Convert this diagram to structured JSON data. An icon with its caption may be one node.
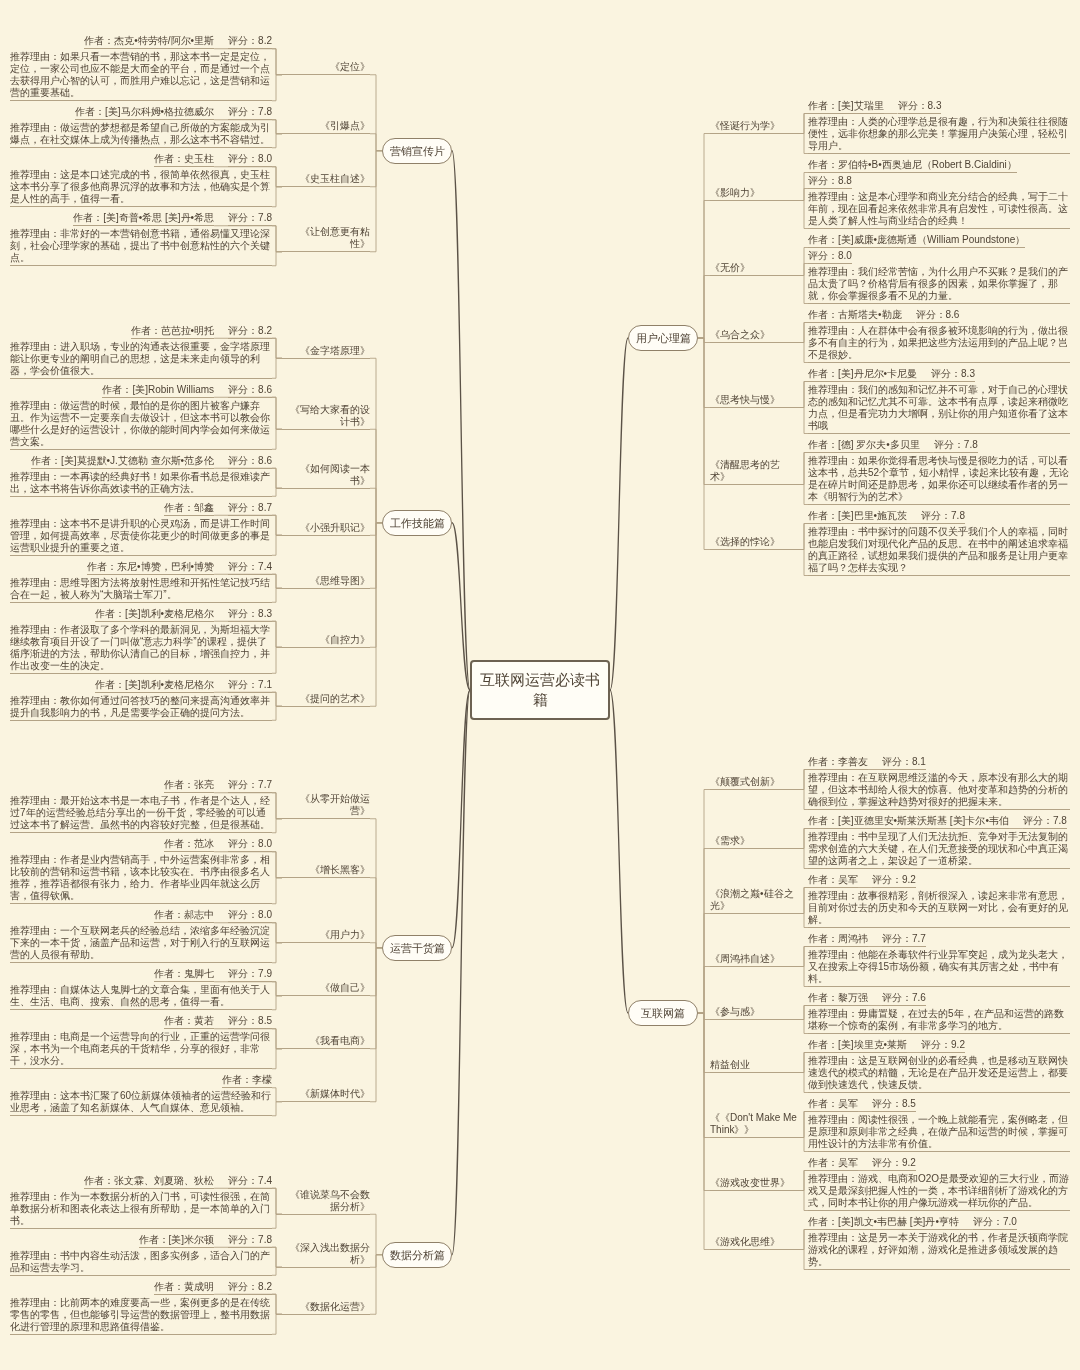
{
  "diagram": {
    "nodes": [
      {
        "text": [
          "互联网运营必读书籍"
        ]
      },
      {
        "text": [
          "用户心理篇"
        ]
      },
      {
        "text": [
          "《怪诞行为学》"
        ]
      },
      {
        "text": [
          "作者：[美]艾瑞里"
        ]
      },
      {
        "text": [
          "评分：8.3"
        ]
      },
      {
        "text": [
          "推荐理由：人类的心理学总是很有趣，行为和决策往往很随便性，远非你想象的那么完美！掌握用户决策心理，轻松引导用户。"
        ]
      },
      {
        "text": [
          "《影响力》"
        ]
      },
      {
        "text": [
          "作者：罗伯特•B•西奥迪尼（Robert B.Cialdini）"
        ]
      },
      {
        "text": [
          "评分：8.8"
        ]
      },
      {
        "text": [
          "推荐理由：这是本心理学和商业充分结合的经典，写于二十年前，现在回看起来依然非常具有启发性，可读性很高。这是人类了解人性与商业结合的经典！"
        ]
      },
      {
        "text": [
          "《无价》"
        ]
      },
      {
        "text": [
          "作者：[美]威廉•庞德斯通（William Poundstone）"
        ]
      },
      {
        "text": [
          "评分：8.0"
        ]
      },
      {
        "text": [
          "推荐理由：我们经常苦恼，为什么用户不买账？是我们的产品太贵了吗？价格背后有很多的因素，如果你掌握了，那就，你会掌握很多看不见的力量。"
        ]
      },
      {
        "text": [
          "《乌合之众》"
        ]
      },
      {
        "text": [
          "作者：古斯塔夫•勒庞"
        ]
      },
      {
        "text": [
          "评分：8.6"
        ]
      },
      {
        "text": [
          "推荐理由：人在群体中会有很多被环境影响的行为，做出很多不有自主的行为，如果把这些方法运用到的产品上呢？岂不是很妙。"
        ]
      },
      {
        "text": [
          "《思考快与慢》"
        ]
      },
      {
        "text": [
          "作者：[美]丹尼尔•卡尼曼"
        ]
      },
      {
        "text": [
          "评分：8.3"
        ]
      },
      {
        "text": [
          "推荐理由：我们的感知和记忆并不可靠，对于自己的心理状态的感知和记忆尤其不可靠。这本书有点厚，读起来稍微吃力点，但是看完功力大增啊，别让你的用户知道你看了这本书哦"
        ]
      },
      {
        "text": [
          "《清醒思考的艺术》"
        ]
      },
      {
        "text": [
          "作者：[德] 罗尔夫•多贝里"
        ]
      },
      {
        "text": [
          "评分：7.8"
        ]
      },
      {
        "text": [
          "推荐理由：如果你觉得看思考快与慢是很吃力的话，可以看这本书，总共52个章节，短小精悍，读起来比较有趣，无论是在碎片时间还是静思考，如果你还可以继续看作者的另一本《明智行为的艺术》"
        ]
      },
      {
        "text": [
          "《选择的悖论》"
        ]
      },
      {
        "text": [
          "作者：[美]巴里•施瓦茨"
        ]
      },
      {
        "text": [
          "评分：7.8"
        ]
      },
      {
        "text": [
          "推荐理由：书中探讨的问题不仅关乎我们个人的幸福，同时也能启发我们对现代化产品的反思。在书中的阐述追求幸福的真正路径，试想如果我们提供的产品和服务是让用户更幸福了吗？怎样去实现？"
        ]
      },
      {
        "text": [
          "运营干货篇"
        ]
      },
      {
        "text": [
          "《从零开始做运营》"
        ]
      },
      {
        "text": [
          "作者：张亮"
        ]
      },
      {
        "text": [
          "评分：7.7"
        ]
      },
      {
        "text": [
          "推荐理由：最开始这本书是一本电子书，作者是个达人，经过7年的运营经验总结分享出的一份干货，零经验的可以通过这本书了解运营。虽然书的内容较好完整，但是很基础。"
        ]
      },
      {
        "text": [
          "《增长黑客》"
        ]
      },
      {
        "text": [
          "作者：范冰"
        ]
      },
      {
        "text": [
          "评分：8.0"
        ]
      },
      {
        "text": [
          "推荐理由：作者是业内营销高手，中外运营案例非常多，相比较前的营销和运营书籍，该本比较实在。书序由很多名人推荐，推荐语都很有张力，给力。作者毕业四年就这么厉害，值得钦佩。"
        ]
      },
      {
        "text": [
          "《用户力》"
        ]
      },
      {
        "text": [
          "作者：郝志中"
        ]
      },
      {
        "text": [
          "评分：8.0"
        ]
      },
      {
        "text": [
          "推荐理由：一个互联网老兵的经验总结，浓缩多年经验沉淀下来的一本干货，涵盖产品和运营，对于刚入行的互联网运营的人员很有帮助。"
        ]
      },
      {
        "text": [
          "《做自己》"
        ]
      },
      {
        "text": [
          "作者：鬼脚七"
        ]
      },
      {
        "text": [
          "评分：7.9"
        ]
      },
      {
        "text": [
          "推荐理由：自媒体达人鬼脚七的文章合集，里面有他关于人生、生活、电商、搜索、自然的思考，值得一看。"
        ]
      },
      {
        "text": [
          "《我看电商》"
        ]
      },
      {
        "text": [
          "作者：黄若"
        ]
      },
      {
        "text": [
          "评分：8.5"
        ]
      },
      {
        "text": [
          "推荐理由：电商是一个运营导向的行业，正重的运营学问很深，本书为一个电商老兵的干货精华，分享的很好，非常干，没水分。"
        ]
      },
      {
        "text": [
          "《新媒体时代》"
        ]
      },
      {
        "text": [
          "作者：李檬"
        ]
      },
      {
        "text": [
          "推荐理由：这本书汇聚了60位新媒体领袖者的运营经验和行业思考，涵盖了知名新媒体、人气自媒体、意见领袖。"
        ]
      },
      {
        "text": [
          "互联网篇"
        ]
      },
      {
        "text": [
          "《颠覆式创新》"
        ]
      },
      {
        "text": [
          "作者：李善友"
        ]
      },
      {
        "text": [
          "评分：8.1"
        ]
      },
      {
        "text": [
          "推荐理由：在互联网思维泛滥的今天，原本没有那么大的期望，但这本书却给人很大的惊喜。他对变革和趋势的分析的确很到位，掌握这种趋势对很好的把握未来。"
        ]
      },
      {
        "text": [
          "《需求》"
        ]
      },
      {
        "text": [
          "作者：[美]亚德里安•斯莱沃斯基 [美]卡尔•韦伯"
        ]
      },
      {
        "text": [
          "评分：7.8"
        ]
      },
      {
        "text": [
          "推荐理由：书中呈现了人们无法抗拒、竞争对手无法复制的需求创造的六大关键，在人们无意接受的现状和心中真正渴望的这两者之上，架设起了一道桥梁。"
        ]
      },
      {
        "text": [
          "《浪潮之巅•硅谷之光》"
        ]
      },
      {
        "text": [
          "作者：吴军"
        ]
      },
      {
        "text": [
          "评分：9.2"
        ]
      },
      {
        "text": [
          "推荐理由：故事很精彩，剖析很深入，读起来非常有意思，目前对你过去的历史和今天的互联网一对比，会有更好的见解。"
        ]
      },
      {
        "text": [
          "《周鸿祎自述》"
        ]
      },
      {
        "text": [
          "作者：周鸿祎"
        ]
      },
      {
        "text": [
          "评分：7.7"
        ]
      },
      {
        "text": [
          "推荐理由：他能在杀毒软件行业异军突起，成为龙头老大，又在搜索上夺得15市场份额，确实有其厉害之处，书中有料。"
        ]
      },
      {
        "text": [
          "《参与感》"
        ]
      },
      {
        "text": [
          "作者：黎万强"
        ]
      },
      {
        "text": [
          "评分：7.6"
        ]
      },
      {
        "text": [
          "推荐理由：毋庸置疑，在过去的5年，在产品和运营的路数堪称一个惊奇的案例，有非常多学习的地方。"
        ]
      },
      {
        "text": [
          "精益创业"
        ]
      },
      {
        "text": [
          "作者：[美]埃里克•莱斯"
        ]
      },
      {
        "text": [
          "评分：9.2"
        ]
      },
      {
        "text": [
          "推荐理由：这是互联网创业的必看经典，也是移动互联网快速迭代的模式的精髓，无论是在产品开发还是运营上，都要做到快速迭代，快速反馈。"
        ]
      },
      {
        "text": [
          "《《Don't Make Me Think》》"
        ]
      },
      {
        "text": [
          "作者：吴军"
        ]
      },
      {
        "text": [
          "评分：8.5"
        ]
      },
      {
        "text": [
          "推荐理由：阅读性很强，一个晚上就能看完，案例略老，但是原理和原则非常之经典，在做产品和运营的时候，掌握可用性设计的方法非常有价值。"
        ]
      },
      {
        "text": [
          "《游戏改变世界》"
        ]
      },
      {
        "text": [
          "作者：吴军"
        ]
      },
      {
        "text": [
          "评分：9.2"
        ]
      },
      {
        "text": [
          "推荐理由：游戏、电商和O2O是最受欢迎的三大行业，而游戏又是最深刻把握人性的一类，本书详细剖析了游戏化的方式，同时本书让你的用户像玩游戏一样玩你的产品。"
        ]
      },
      {
        "text": [
          "《游戏化思维》"
        ]
      },
      {
        "text": [
          "作者：[美]凯文•韦巴赫 [美]丹•亨特"
        ]
      },
      {
        "text": [
          "评分：7.0"
        ]
      },
      {
        "text": [
          "推荐理由：这是另一本关于游戏化的书，作者是沃顿商学院游戏化的课程，好评如潮，游戏化是推进多领域发展的趋势。"
        ]
      },
      {
        "text": [
          "营销宣传片"
        ]
      },
      {
        "text": [
          "《定位》"
        ]
      },
      {
        "text": [
          "作者：杰克•特劳特/阿尔•里斯"
        ]
      },
      {
        "text": [
          "评分：8.2"
        ]
      },
      {
        "text": [
          "推荐理由：如果只看一本营销的书，那这本书一定是定位，定位，一家公司也应不能是大而全的平台，而是通过一个点去获得用户心智的认可，而胜用户难以忘记，这是营销和运营的重要基础。"
        ]
      },
      {
        "text": [
          "《引爆点》"
        ]
      },
      {
        "text": [
          "作者：[美]马尔科姆•格拉德威尔"
        ]
      },
      {
        "text": [
          "评分：7.8"
        ]
      },
      {
        "text": [
          "推荐理由：做运营的梦想都是希望自己所做的方案能成为引爆点，在社交媒体上成为传播热点，那么这本书不容错过。"
        ]
      },
      {
        "text": [
          "《史玉柱自述》"
        ]
      },
      {
        "text": [
          "作者：史玉柱"
        ]
      },
      {
        "text": [
          "评分：8.0"
        ]
      },
      {
        "text": [
          "推荐理由：这是本口述完成的书，很简单依然很真，史玉柱这本书分享了很多他商界沉浮的故事和方法，他确实是个算是人性的高手，值得一看。"
        ]
      },
      {
        "text": [
          "《让创意更有粘性》"
        ]
      },
      {
        "text": [
          "作者：[美]奇普•希思 [美]丹•希思"
        ]
      },
      {
        "text": [
          "评分：7.8"
        ]
      },
      {
        "text": [
          "推荐理由：非常好的一本营销创意书籍，通俗易懂又理论深刻，社会心理学家的基础，提出了书中创意粘性的六个关键点。"
        ]
      },
      {
        "text": [
          "工作技能篇"
        ]
      },
      {
        "text": [
          "《金字塔原理》"
        ]
      },
      {
        "text": [
          "作者：芭芭拉•明托"
        ]
      },
      {
        "text": [
          "评分：8.2"
        ]
      },
      {
        "text": [
          "推荐理由：进入职场，专业的沟通表达很重要，金字塔原理能让你更专业的阐明自己的思想，这是未来走向领导的利器，学会价值很大。"
        ]
      },
      {
        "text": [
          "《写给大家看的设计书》"
        ]
      },
      {
        "text": [
          "作者：[美]Robin Williams"
        ]
      },
      {
        "text": [
          "评分：8.6"
        ]
      },
      {
        "text": [
          "推荐理由：做运营的时候，最怕的是你的图片被客户嫌弃丑。作为运营不一定要亲自去做设计，但这本书可以教会你哪些什么是好的运营设计，你做的能时间内学会如何来做运营文案。"
        ]
      },
      {
        "text": [
          "《如何阅读一本书》"
        ]
      },
      {
        "text": [
          "作者：[美]莫提默•J.艾德勒 查尔斯•范多伦"
        ]
      },
      {
        "text": [
          "评分：8.6"
        ]
      },
      {
        "text": [
          "推荐理由：一本再读的经典好书！如果你看书总是很难读产出，这本书将告诉你高效读书的正确方法。"
        ]
      },
      {
        "text": [
          "《小强升职记》"
        ]
      },
      {
        "text": [
          "作者：邹鑫"
        ]
      },
      {
        "text": [
          "评分：8.7"
        ]
      },
      {
        "text": [
          "推荐理由：这本书不是讲升职的心灵鸡汤，而是讲工作时间管理，如何提高效率，尽责使你花更少的时间做更多的事是运营职业提升的重要之道。"
        ]
      },
      {
        "text": [
          "《思维导图》"
        ]
      },
      {
        "text": [
          "作者：东尼•博赞，巴利•博赞"
        ]
      },
      {
        "text": [
          "评分：7.4"
        ]
      },
      {
        "text": [
          "推荐理由：思维导图方法将放射性思维和开拓性笔记技巧结合在一起，被人称为“大脑瑞士军刀”。"
        ]
      },
      {
        "text": [
          "《自控力》"
        ]
      },
      {
        "text": [
          "作者：[美]凯利•麦格尼格尔"
        ]
      },
      {
        "text": [
          "评分：8.3"
        ]
      },
      {
        "text": [
          "推荐理由：作者汲取了多个学科的最新洞见，为斯坦福大学继续教育项目开设了一门叫做“意志力科学”的课程，提供了循序渐进的方法，帮助你认清自己的目标，增强自控力，并作出改变一生的决定。"
        ]
      },
      {
        "text": [
          "《提问的艺术》"
        ]
      },
      {
        "text": [
          "作者：[美]凯利•麦格尼格尔"
        ]
      },
      {
        "text": [
          "评分：7.1"
        ]
      },
      {
        "text": [
          "推荐理由：教你如何通过问答技巧的整问来提高沟通效率并提升自我影响力的书，凡是需要学会正确的提问方法。"
        ]
      },
      {
        "text": [
          "数据分析篇"
        ]
      },
      {
        "text": [
          "《谁说菜鸟不会数据分析》"
        ]
      },
      {
        "text": [
          "作者：张文霖、刘夏璐、狄松"
        ]
      },
      {
        "text": [
          "评分：7.4"
        ]
      },
      {
        "text": [
          "推荐理由：作为一本数据分析的入门书，可读性很强，在简单数据分析和图表化表达上很有所帮助，是一本简单的入门书。"
        ]
      },
      {
        "text": [
          "《深入浅出数据分析》"
        ]
      },
      {
        "text": [
          "作者：[美]米尔顿"
        ]
      },
      {
        "text": [
          "评分：7.8"
        ]
      },
      {
        "text": [
          "推荐理由：书中内容生动活泼，图多实例多，适合入门的产品和运营去学习。"
        ]
      },
      {
        "text": [
          "《数据化运营》"
        ]
      },
      {
        "text": [
          "作者：黄成明"
        ]
      },
      {
        "text": [
          "评分：8.2"
        ]
      },
      {
        "text": [
          "推荐理由：比前两本的难度要高一些，案例更多的是在传统零售的零售，但也能够引导运营的数据管理上，整书用数据化进行管理的原理和思路值得借鉴。"
        ]
      }
    ],
    "edges": [
      {
        "from": 0,
        "to": 1,
        "arrow": "none",
        "color": "#5b5247"
      },
      {
        "from": 1,
        "to": 2,
        "arrow": "none"
      },
      {
        "from": 2,
        "to": 3,
        "arrow": "none"
      },
      {
        "from": 2,
        "to": 4,
        "arrow": "none"
      },
      {
        "from": 2,
        "to": 5,
        "arrow": "none"
      },
      {
        "from": 1,
        "to": 6,
        "arrow": "none"
      },
      {
        "from": 6,
        "to": 7,
        "arrow": "none"
      },
      {
        "from": 6,
        "to": 8,
        "arrow": "none"
      },
      {
        "from": 6,
        "to": 9,
        "arrow": "none"
      },
      {
        "from": 1,
        "to": 10,
        "arrow": "none"
      },
      {
        "from": 10,
        "to": 11,
        "arrow": "none"
      },
      {
        "from": 10,
        "to": 12,
        "arrow": "none"
      },
      {
        "from": 10,
        "to": 13,
        "arrow": "none"
      },
      {
        "from": 1,
        "to": 14,
        "arrow": "none"
      },
      {
        "from": 14,
        "to": 15,
        "arrow": "none"
      },
      {
        "from": 14,
        "to": 16,
        "arrow": "none"
      },
      {
        "from": 14,
        "to": 17,
        "arrow": "none"
      },
      {
        "from": 1,
        "to": 18,
        "arrow": "none"
      },
      {
        "from": 18,
        "to": 19,
        "arrow": "none"
      },
      {
        "from": 18,
        "to": 20,
        "arrow": "none"
      },
      {
        "from": 18,
        "to": 21,
        "arrow": "none"
      },
      {
        "from": 1,
        "to": 22,
        "arrow": "none"
      },
      {
        "from": 22,
        "to": 23,
        "arrow": "none"
      },
      {
        "from": 22,
        "to": 24,
        "arrow": "none"
      },
      {
        "from": 22,
        "to": 25,
        "arrow": "none"
      },
      {
        "from": 1,
        "to": 26,
        "arrow": "none"
      },
      {
        "from": 26,
        "to": 27,
        "arrow": "none"
      },
      {
        "from": 26,
        "to": 28,
        "arrow": "none"
      },
      {
        "from": 26,
        "to": 29,
        "arrow": "none"
      },
      {
        "from": 0,
        "to": 30,
        "arrow": "none",
        "color": "#5b5247"
      },
      {
        "from": 30,
        "to": 31,
        "arrow": "none"
      },
      {
        "from": 31,
        "to": 32,
        "arrow": "none"
      },
      {
        "from": 31,
        "to": 33,
        "arrow": "none"
      },
      {
        "from": 31,
        "to": 34,
        "arrow": "none"
      },
      {
        "from": 30,
        "to": 35,
        "arrow": "none"
      },
      {
        "from": 35,
        "to": 36,
        "arrow": "none"
      },
      {
        "from": 35,
        "to": 37,
        "arrow": "none"
      },
      {
        "from": 35,
        "to": 38,
        "arrow": "none"
      },
      {
        "from": 30,
        "to": 39,
        "arrow": "none"
      },
      {
        "from": 39,
        "to": 40,
        "arrow": "none"
      },
      {
        "from": 39,
        "to": 41,
        "arrow": "none"
      },
      {
        "from": 39,
        "to": 42,
        "arrow": "none"
      },
      {
        "from": 30,
        "to": 43,
        "arrow": "none"
      },
      {
        "from": 43,
        "to": 44,
        "arrow": "none"
      },
      {
        "from": 43,
        "to": 45,
        "arrow": "none"
      },
      {
        "from": 43,
        "to": 46,
        "arrow": "none"
      },
      {
        "from": 30,
        "to": 47,
        "arrow": "none"
      },
      {
        "from": 47,
        "to": 48,
        "arrow": "none"
      },
      {
        "from": 47,
        "to": 49,
        "arrow": "none"
      },
      {
        "from": 47,
        "to": 50,
        "arrow": "none"
      },
      {
        "from": 30,
        "to": 51,
        "arrow": "none"
      },
      {
        "from": 51,
        "to": 52,
        "arrow": "none"
      },
      {
        "from": 51,
        "to": 53,
        "arrow": "none"
      },
      {
        "from": 0,
        "to": 54,
        "arrow": "none",
        "color": "#5b5247"
      },
      {
        "from": 54,
        "to": 55,
        "arrow": "none"
      },
      {
        "from": 55,
        "to": 56,
        "arrow": "none"
      },
      {
        "from": 55,
        "to": 57,
        "arrow": "none"
      },
      {
        "from": 55,
        "to": 58,
        "arrow": "none"
      },
      {
        "from": 54,
        "to": 59,
        "arrow": "none"
      },
      {
        "from": 59,
        "to": 60,
        "arrow": "none"
      },
      {
        "from": 59,
        "to": 61,
        "arrow": "none"
      },
      {
        "from": 59,
        "to": 62,
        "arrow": "none"
      },
      {
        "from": 54,
        "to": 63,
        "arrow": "none"
      },
      {
        "from": 63,
        "to": 64,
        "arrow": "none"
      },
      {
        "from": 63,
        "to": 65,
        "arrow": "none"
      },
      {
        "from": 63,
        "to": 66,
        "arrow": "none"
      },
      {
        "from": 54,
        "to": 67,
        "arrow": "none"
      },
      {
        "from": 67,
        "to": 68,
        "arrow": "none"
      },
      {
        "from": 67,
        "to": 69,
        "arrow": "none"
      },
      {
        "from": 67,
        "to": 70,
        "arrow": "none"
      },
      {
        "from": 54,
        "to": 71,
        "arrow": "none"
      },
      {
        "from": 71,
        "to": 72,
        "arrow": "none"
      },
      {
        "from": 71,
        "to": 73,
        "arrow": "none"
      },
      {
        "from": 71,
        "to": 74,
        "arrow": "none"
      },
      {
        "from": 54,
        "to": 75,
        "arrow": "none"
      },
      {
        "from": 75,
        "to": 76,
        "arrow": "none"
      },
      {
        "from": 75,
        "to": 77,
        "arrow": "none"
      },
      {
        "from": 75,
        "to": 78,
        "arrow": "none"
      },
      {
        "from": 54,
        "to": 79,
        "arrow": "none"
      },
      {
        "from": 79,
        "to": 80,
        "arrow": "none"
      },
      {
        "from": 79,
        "to": 81,
        "arrow": "none"
      },
      {
        "from": 79,
        "to": 82,
        "arrow": "none"
      },
      {
        "from": 54,
        "to": 83,
        "arrow": "none"
      },
      {
        "from": 83,
        "to": 84,
        "arrow": "none"
      },
      {
        "from": 83,
        "to": 85,
        "arrow": "none"
      },
      {
        "from": 83,
        "to": 86,
        "arrow": "none"
      },
      {
        "from": 54,
        "to": 87,
        "arrow": "none"
      },
      {
        "from": 87,
        "to": 88,
        "arrow": "none"
      },
      {
        "from": 87,
        "to": 89,
        "arrow": "none"
      },
      {
        "from": 87,
        "to": 90,
        "arrow": "none"
      },
      {
        "from": 0,
        "to": 91,
        "arrow": "none",
        "color": "#5b5247"
      },
      {
        "from": 91,
        "to": 92,
        "arrow": "none"
      },
      {
        "from": 92,
        "to": 93,
        "arrow": "none"
      },
      {
        "from": 92,
        "to": 94,
        "arrow": "none"
      },
      {
        "from": 92,
        "to": 95,
        "arrow": "none"
      },
      {
        "from": 91,
        "to": 96,
        "arrow": "none"
      },
      {
        "from": 96,
        "to": 97,
        "arrow": "none"
      },
      {
        "from": 96,
        "to": 98,
        "arrow": "none"
      },
      {
        "from": 96,
        "to": 99,
        "arrow": "none"
      },
      {
        "from": 91,
        "to": 100,
        "arrow": "none"
      },
      {
        "from": 100,
        "to": 101,
        "arrow": "none"
      },
      {
        "from": 100,
        "to": 102,
        "arrow": "none"
      },
      {
        "from": 100,
        "to": 103,
        "arrow": "none"
      },
      {
        "from": 91,
        "to": 104,
        "arrow": "none"
      },
      {
        "from": 104,
        "to": 105,
        "arrow": "none"
      },
      {
        "from": 104,
        "to": 106,
        "arrow": "none"
      },
      {
        "from": 104,
        "to": 107,
        "arrow": "none"
      },
      {
        "from": 0,
        "to": 108,
        "arrow": "none",
        "color": "#5b5247"
      },
      {
        "from": 108,
        "to": 109,
        "arrow": "none"
      },
      {
        "from": 109,
        "to": 110,
        "arrow": "none"
      },
      {
        "from": 109,
        "to": 111,
        "arrow": "none"
      },
      {
        "from": 109,
        "to": 112,
        "arrow": "none"
      },
      {
        "from": 108,
        "to": 113,
        "arrow": "none"
      },
      {
        "from": 113,
        "to": 114,
        "arrow": "none"
      },
      {
        "from": 113,
        "to": 115,
        "arrow": "none"
      },
      {
        "from": 113,
        "to": 116,
        "arrow": "none"
      },
      {
        "from": 108,
        "to": 117,
        "arrow": "none"
      },
      {
        "from": 117,
        "to": 118,
        "arrow": "none"
      },
      {
        "from": 117,
        "to": 119,
        "arrow": "none"
      },
      {
        "from": 117,
        "to": 120,
        "arrow": "none"
      },
      {
        "from": 108,
        "to": 121,
        "arrow": "none"
      },
      {
        "from": 121,
        "to": 122,
        "arrow": "none"
      },
      {
        "from": 121,
        "to": 123,
        "arrow": "none"
      },
      {
        "from": 121,
        "to": 124,
        "arrow": "none"
      },
      {
        "from": 108,
        "to": 125,
        "arrow": "none"
      },
      {
        "from": 125,
        "to": 126,
        "arrow": "none"
      },
      {
        "from": 125,
        "to": 127,
        "arrow": "none"
      },
      {
        "from": 125,
        "to": 128,
        "arrow": "none"
      },
      {
        "from": 108,
        "to": 129,
        "arrow": "none"
      },
      {
        "from": 129,
        "to": 130,
        "arrow": "none"
      },
      {
        "from": 129,
        "to": 131,
        "arrow": "none"
      },
      {
        "from": 129,
        "to": 132,
        "arrow": "none"
      },
      {
        "from": 108,
        "to": 133,
        "arrow": "none"
      },
      {
        "from": 133,
        "to": 134,
        "arrow": "none"
      },
      {
        "from": 133,
        "to": 135,
        "arrow": "none"
      },
      {
        "from": 133,
        "to": 136,
        "arrow": "none"
      },
      {
        "from": 0,
        "to": 137,
        "arrow": "none",
        "color": "#5b5247"
      },
      {
        "from": 137,
        "to": 138,
        "arrow": "none"
      },
      {
        "from": 138,
        "to": 139,
        "arrow": "none"
      },
      {
        "from": 138,
        "to": 140,
        "arrow": "none"
      },
      {
        "from": 138,
        "to": 141,
        "arrow": "none"
      },
      {
        "from": 137,
        "to": 142,
        "arrow": "none"
      },
      {
        "from": 142,
        "to": 143,
        "arrow": "none"
      },
      {
        "from": 142,
        "to": 144,
        "arrow": "none"
      },
      {
        "from": 142,
        "to": 145,
        "arrow": "none"
      },
      {
        "from": 137,
        "to": 146,
        "arrow": "none"
      },
      {
        "from": 146,
        "to": 147,
        "arrow": "none"
      },
      {
        "from": 146,
        "to": 148,
        "arrow": "none"
      },
      {
        "from": 146,
        "to": 149,
        "arrow": "none"
      }
    ]
  }
}
